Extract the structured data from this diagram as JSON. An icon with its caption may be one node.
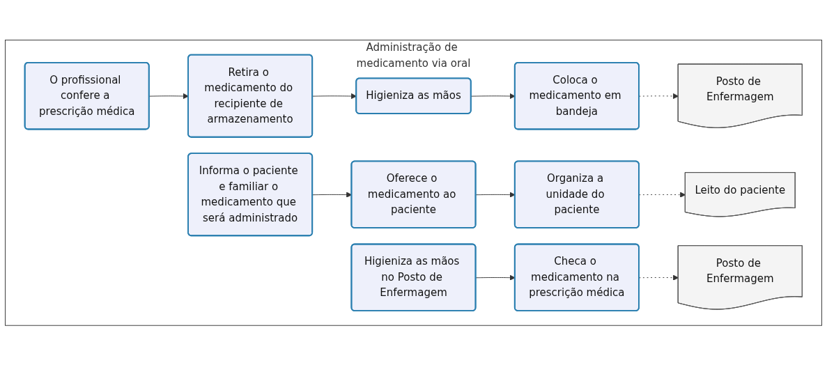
{
  "diagram": {
    "nodes": [
      {
        "text": [
          "Administração de medicamento via oral"
        ]
      },
      {
        "text": [
          "O profissional confere a prescrição médica"
        ],
        "in": 0
      },
      {
        "text": [
          "Retira o medicamento do recipiente de armazenamento"
        ],
        "in": 0
      },
      {
        "text": [
          "Higieniza as mãos"
        ],
        "in": 0
      },
      {
        "text": [
          "Coloca o medicamento em bandeja"
        ],
        "in": 0
      },
      {
        "text": [
          "Posto de Enfermagem"
        ],
        "in": 0
      },
      {
        "text": [
          "Informa o paciente e familiar o medicamento que será administrado"
        ],
        "in": 0
      },
      {
        "text": [
          "Oferece o medicamento ao paciente"
        ],
        "in": 0
      },
      {
        "text": [
          "Organiza a unidade do paciente"
        ],
        "in": 0
      },
      {
        "text": [
          "Leito do paciente"
        ],
        "in": 0
      },
      {
        "text": [
          "Higieniza as mãos no Posto de Enfermagem"
        ],
        "in": 0
      },
      {
        "text": [
          "Checa o medicamento na prescrição médica"
        ],
        "in": 0
      },
      {
        "text": [
          "Posto de Enfermagem"
        ],
        "in": 0
      }
    ],
    "edges": [
      {
        "from": 1,
        "to": 2,
        "arrow": "to"
      },
      {
        "from": 2,
        "to": 3,
        "arrow": "to"
      },
      {
        "from": 3,
        "to": 4,
        "arrow": "to"
      },
      {
        "from": 4,
        "to": 5,
        "arrow": "to",
        "style": "dashed"
      },
      {
        "from": 6,
        "to": 7,
        "arrow": "to"
      },
      {
        "from": 7,
        "to": 8,
        "arrow": "to"
      },
      {
        "from": 8,
        "to": 9,
        "arrow": "to",
        "style": "dashed"
      },
      {
        "from": 10,
        "to": 11,
        "arrow": "to"
      },
      {
        "from": 11,
        "to": 12,
        "arrow": "to",
        "style": "dashed"
      }
    ]
  }
}
